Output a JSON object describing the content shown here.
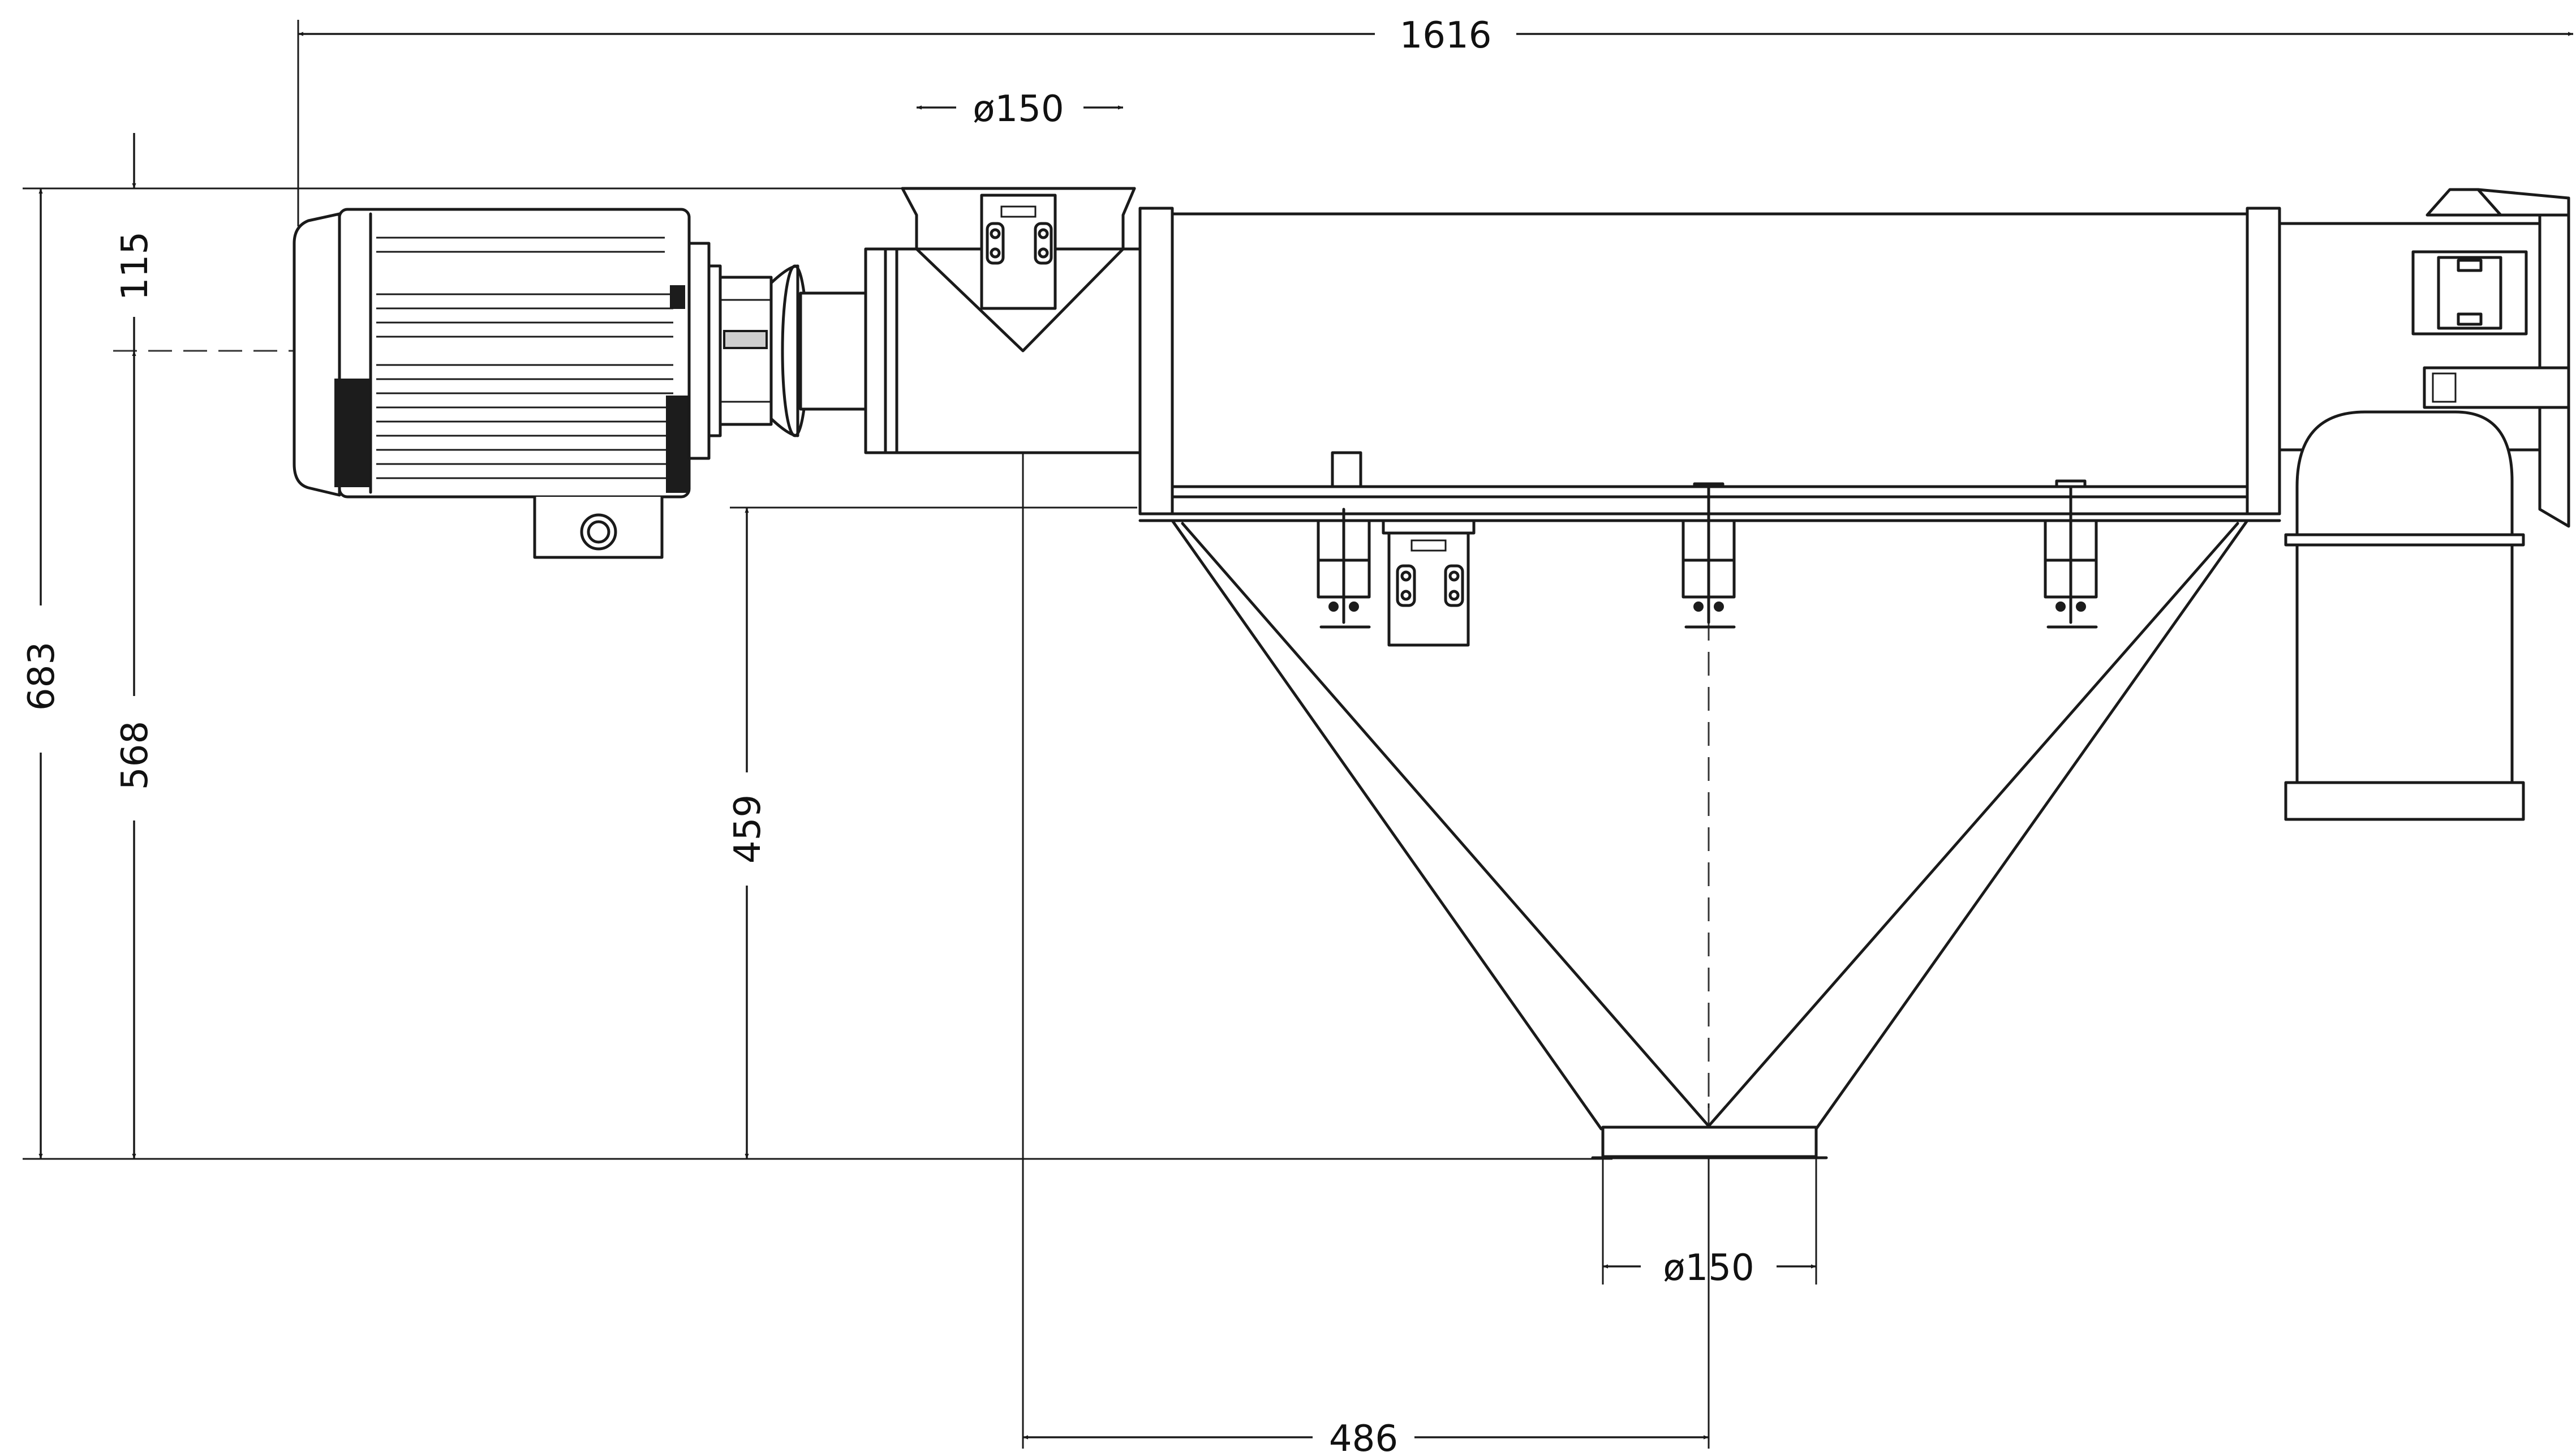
{
  "dimensions": {
    "overall_length": "1616",
    "inlet_diameter": "ø150",
    "inlet_height": "115",
    "total_height": "683",
    "axis_height": "568",
    "lower_height": "459",
    "outlet_diameter": "ø150",
    "inlet_to_outlet": "486"
  }
}
